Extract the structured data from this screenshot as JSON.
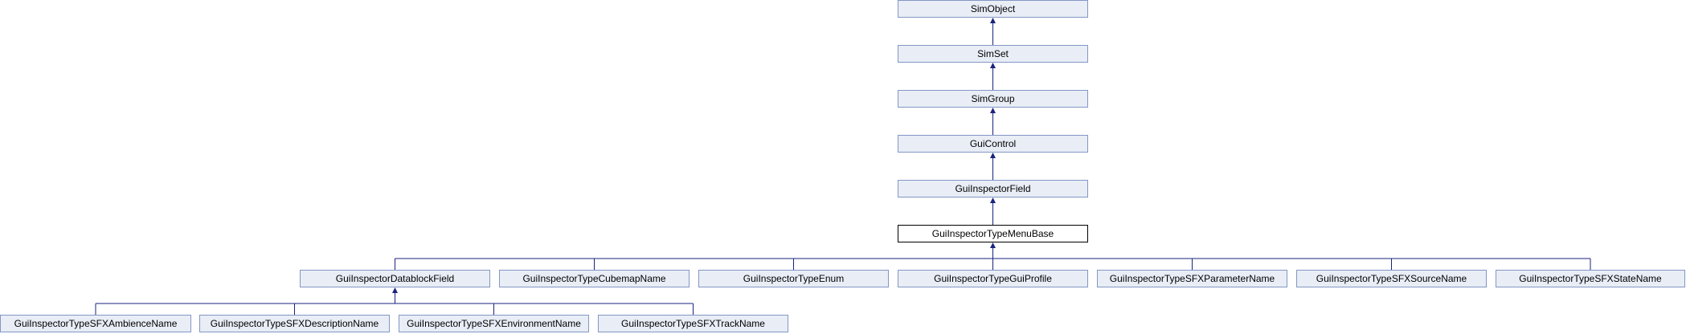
{
  "diagram": {
    "colors": {
      "node_fill": "#e8edf6",
      "node_border": "#8496c4",
      "current_border": "#000000",
      "edge": "#1a237e"
    },
    "ancestors": [
      "SimObject",
      "SimSet",
      "SimGroup",
      "GuiControl",
      "GuiInspectorField"
    ],
    "current": "GuiInspectorTypeMenuBase",
    "children": [
      "GuiInspectorDatablockField",
      "GuiInspectorTypeCubemapName",
      "GuiInspectorTypeEnum",
      "GuiInspectorTypeGuiProfile",
      "GuiInspectorTypeSFXParameterName",
      "GuiInspectorTypeSFXSourceName",
      "GuiInspectorTypeSFXStateName"
    ],
    "grandchildren": [
      "GuiInspectorTypeSFXAmbienceName",
      "GuiInspectorTypeSFXDescriptionName",
      "GuiInspectorTypeSFXEnvironmentName",
      "GuiInspectorTypeSFXTrackName"
    ]
  }
}
